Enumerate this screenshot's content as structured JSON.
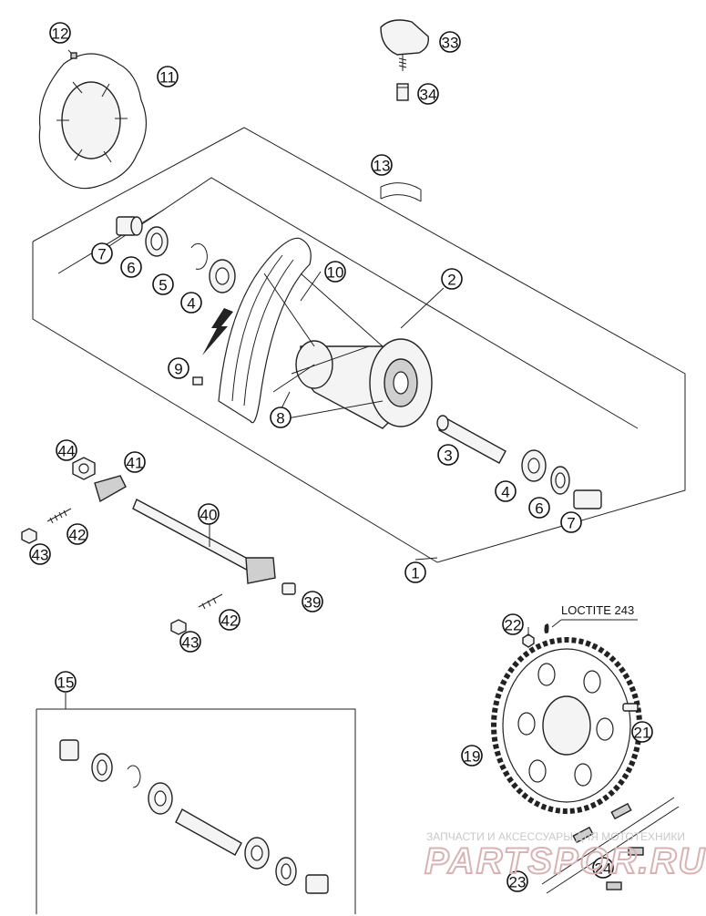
{
  "callouts": {
    "c1": "1",
    "c2": "2",
    "c3": "3",
    "c4a": "4",
    "c4b": "4",
    "c5": "5",
    "c6a": "6",
    "c6b": "6",
    "c7a": "7",
    "c7b": "7",
    "c8": "8",
    "c9": "9",
    "c10": "10",
    "c11": "11",
    "c12": "12",
    "c13": "13",
    "c15": "15",
    "c19": "19",
    "c21": "21",
    "c22": "22",
    "c23": "23",
    "c24": "24",
    "c33": "33",
    "c34": "34",
    "c39": "39",
    "c40": "40",
    "c41": "41",
    "c42a": "42",
    "c42b": "42",
    "c43a": "43",
    "c43b": "43",
    "c44": "44"
  },
  "note": "LOCTITE 243",
  "watermark": {
    "caption": "ЗАПЧАСТИ И АКСЕССУАРЫ ДЛЯ МОТОТЕХНИКИ",
    "brand": "PARTSPOR.RU"
  },
  "colors": {
    "ink": "#111111",
    "paper": "#ffffff",
    "watermark": "#d9b3b3"
  }
}
